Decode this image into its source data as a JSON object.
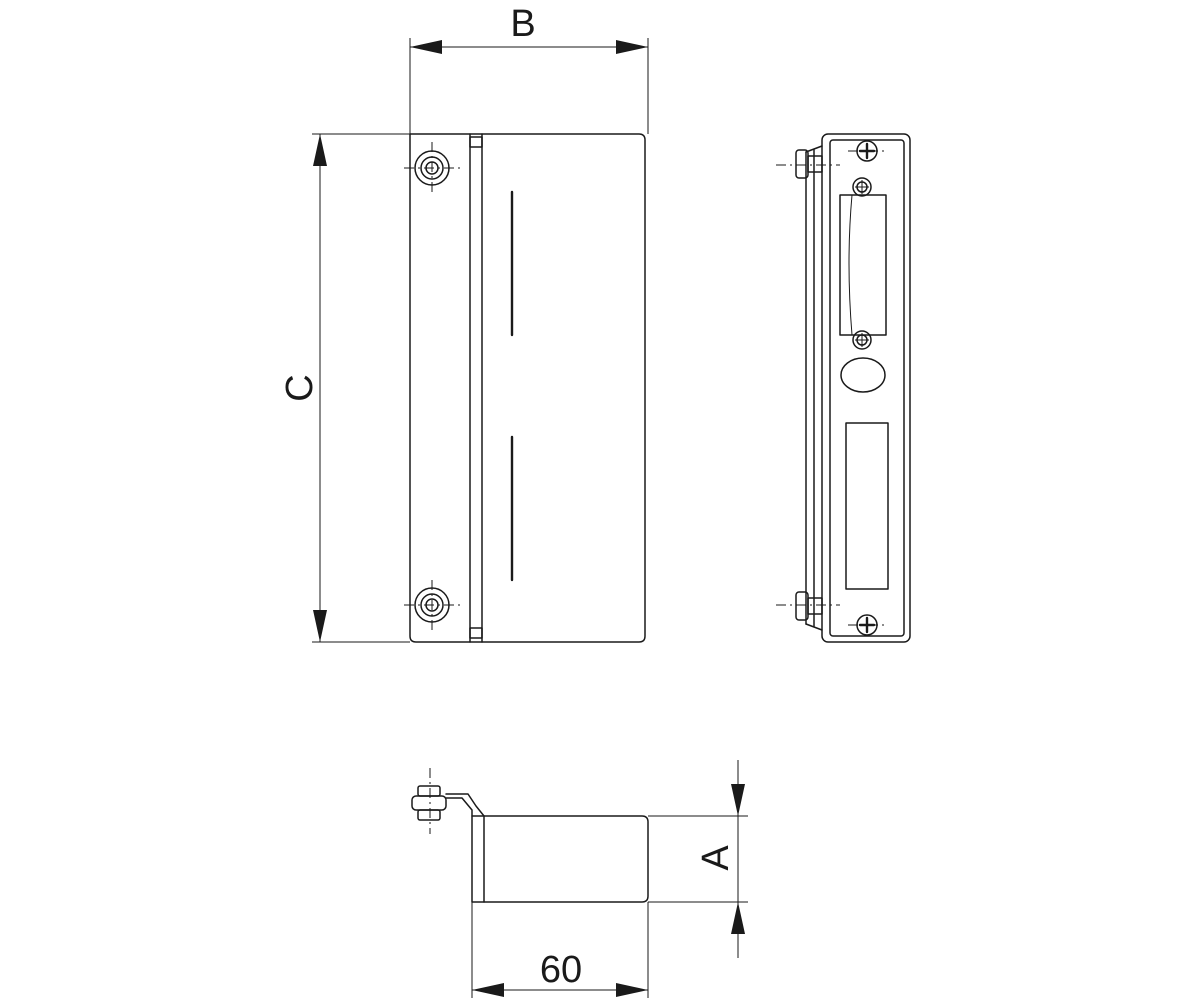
{
  "dimensions": {
    "width_label": "B",
    "height_label": "C",
    "depth_label": "A",
    "bottom_length_label": "60"
  },
  "colors": {
    "line": "#1a1a1a",
    "background": "#ffffff"
  }
}
